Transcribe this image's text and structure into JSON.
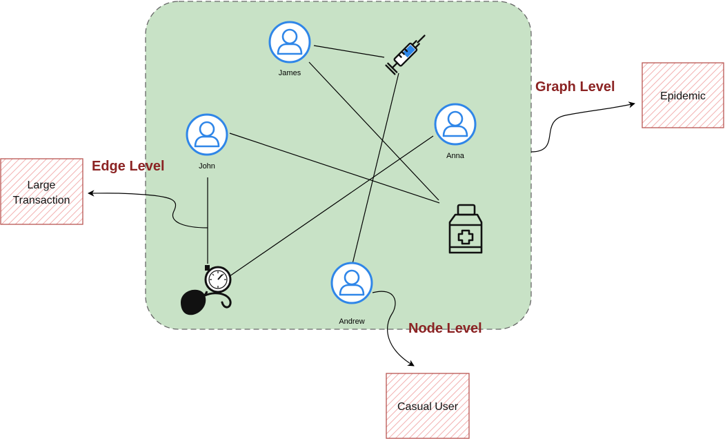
{
  "colors": {
    "panel_fill": "#c8e2c6",
    "panel_border": "#666666",
    "person_blue": "#2f86e8",
    "level_red": "#8b2323",
    "box_border": "#b85450",
    "box_hatch": "#f2b8b8",
    "line": "#000000"
  },
  "persons": {
    "james": {
      "label": "James",
      "icon": "user-icon"
    },
    "john": {
      "label": "John",
      "icon": "user-icon"
    },
    "anna": {
      "label": "Anna",
      "icon": "user-icon"
    },
    "andrew": {
      "label": "Andrew",
      "icon": "user-icon"
    }
  },
  "items": {
    "syringe": {
      "icon": "syringe-icon"
    },
    "medicine": {
      "icon": "medicine-bottle-icon"
    },
    "sphygmomanometer": {
      "icon": "blood-pressure-monitor-icon"
    }
  },
  "levels": {
    "graph": "Graph Level",
    "edge": "Edge Level",
    "node": "Node Level"
  },
  "outputs": {
    "epidemic": "Epidemic",
    "large_transaction_line1": "Large",
    "large_transaction_line2": "Transaction",
    "casual_user": "Casual User"
  }
}
